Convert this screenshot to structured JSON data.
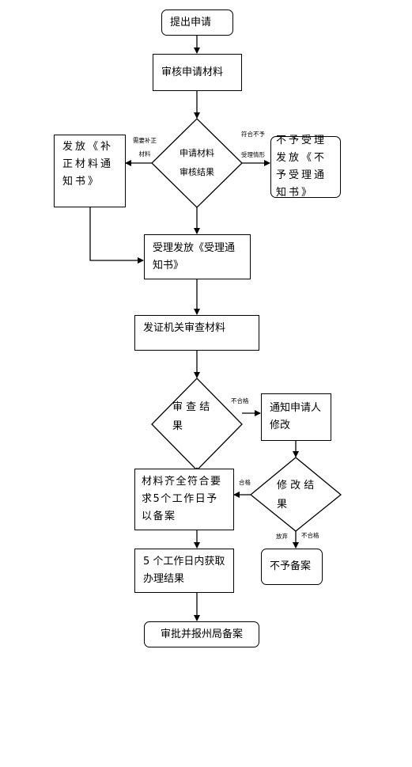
{
  "nodes": {
    "submit": "提出申请",
    "review_materials": "审核申请材料",
    "review_result_line1": "申请材料",
    "review_result_line2": "审核结果",
    "supplement_notice": "发放《补正材料通知书》",
    "not_accepted": "不予受理发放《不予受理通知书》",
    "accept_notice": "受理发放《受理通知书》",
    "authority_review": "发证机关审查材料",
    "exam_result_line1": "审 查 结",
    "exam_result_line2": "果",
    "notify_applicant": "通知申请人修改",
    "complete_filing": "材料齐全符合要求5个工作日予以备案",
    "modify_result_line1": "修 改 结",
    "modify_result_line2": "果",
    "get_result": "5 个工作日内获取办理结果",
    "not_filed": "不予备案",
    "approve_report": "审批并报州局备案"
  },
  "edge_labels": {
    "needs_supplement_1": "需要补正",
    "needs_supplement_2": "材料",
    "not_meet_1": "符合不予",
    "not_meet_2": "受理情形",
    "exam_fail": "不合格",
    "modify_pass": "合格",
    "modify_fail_1": "不合格",
    "modify_fail_2": "放弃"
  }
}
